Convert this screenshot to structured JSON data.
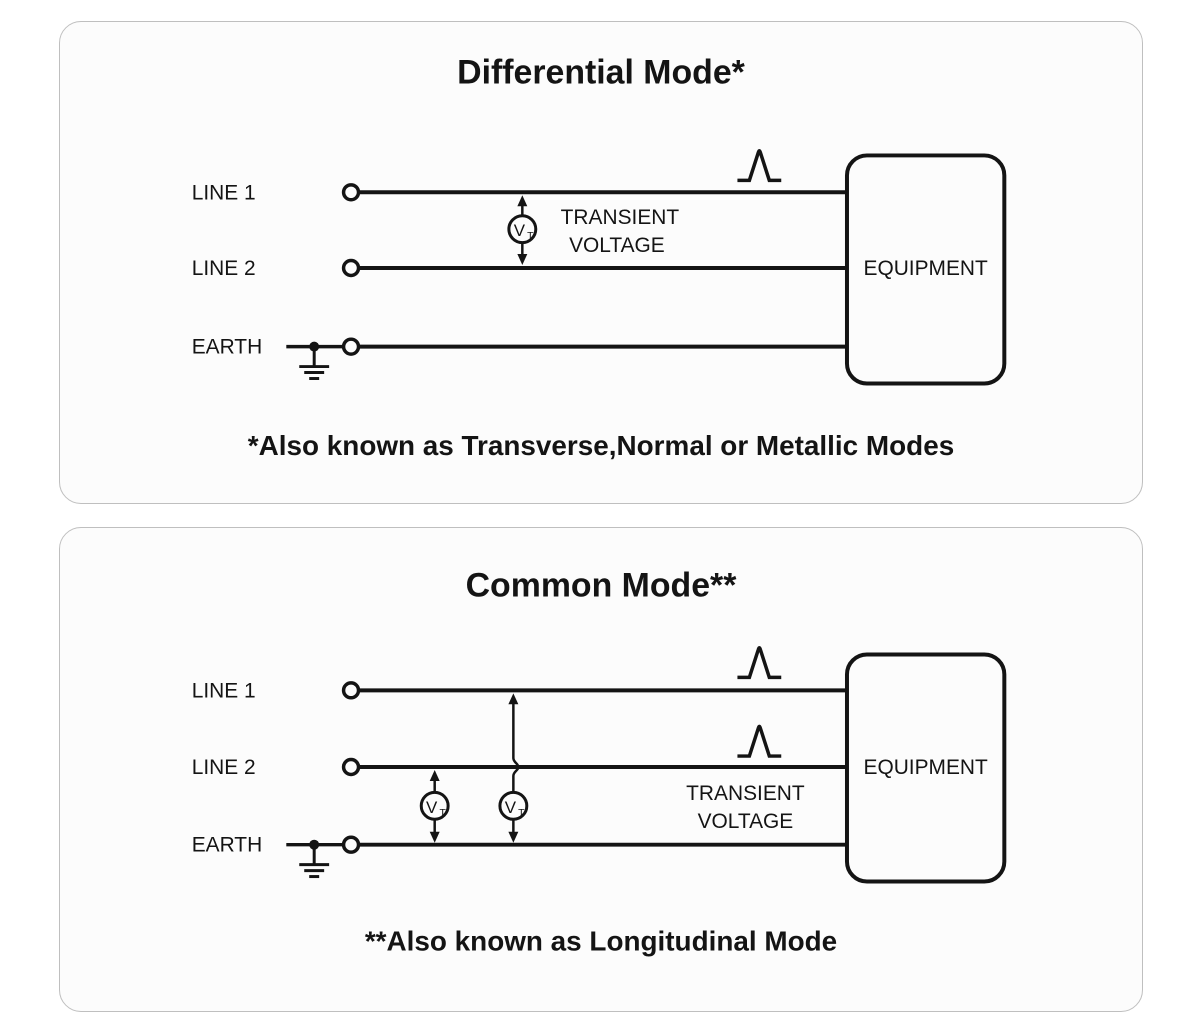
{
  "colors": {
    "ink": "#141414",
    "panel_bg": "#fcfcfc",
    "panel_border": "#bfbfbf",
    "page_bg": "#ffffff"
  },
  "panels": [
    {
      "id": "differential",
      "title": "Differential Mode*",
      "footnote": "*Also known as Transverse,Normal or Metallic Modes",
      "line1_label": "LINE 1",
      "line2_label": "LINE 2",
      "earth_label": "EARTH",
      "equipment_label": "EQUIPMENT",
      "transient_word1": "TRANSIENT",
      "transient_word2": "VOLTAGE",
      "meter_symbol": "V",
      "meter_subscript": "T"
    },
    {
      "id": "common",
      "title": "Common Mode**",
      "footnote": "**Also known as Longitudinal Mode",
      "line1_label": "LINE 1",
      "line2_label": "LINE 2",
      "earth_label": "EARTH",
      "equipment_label": "EQUIPMENT",
      "transient_word1": "TRANSIENT",
      "transient_word2": "VOLTAGE",
      "meter_symbol": "V",
      "meter_subscript": "T"
    }
  ]
}
